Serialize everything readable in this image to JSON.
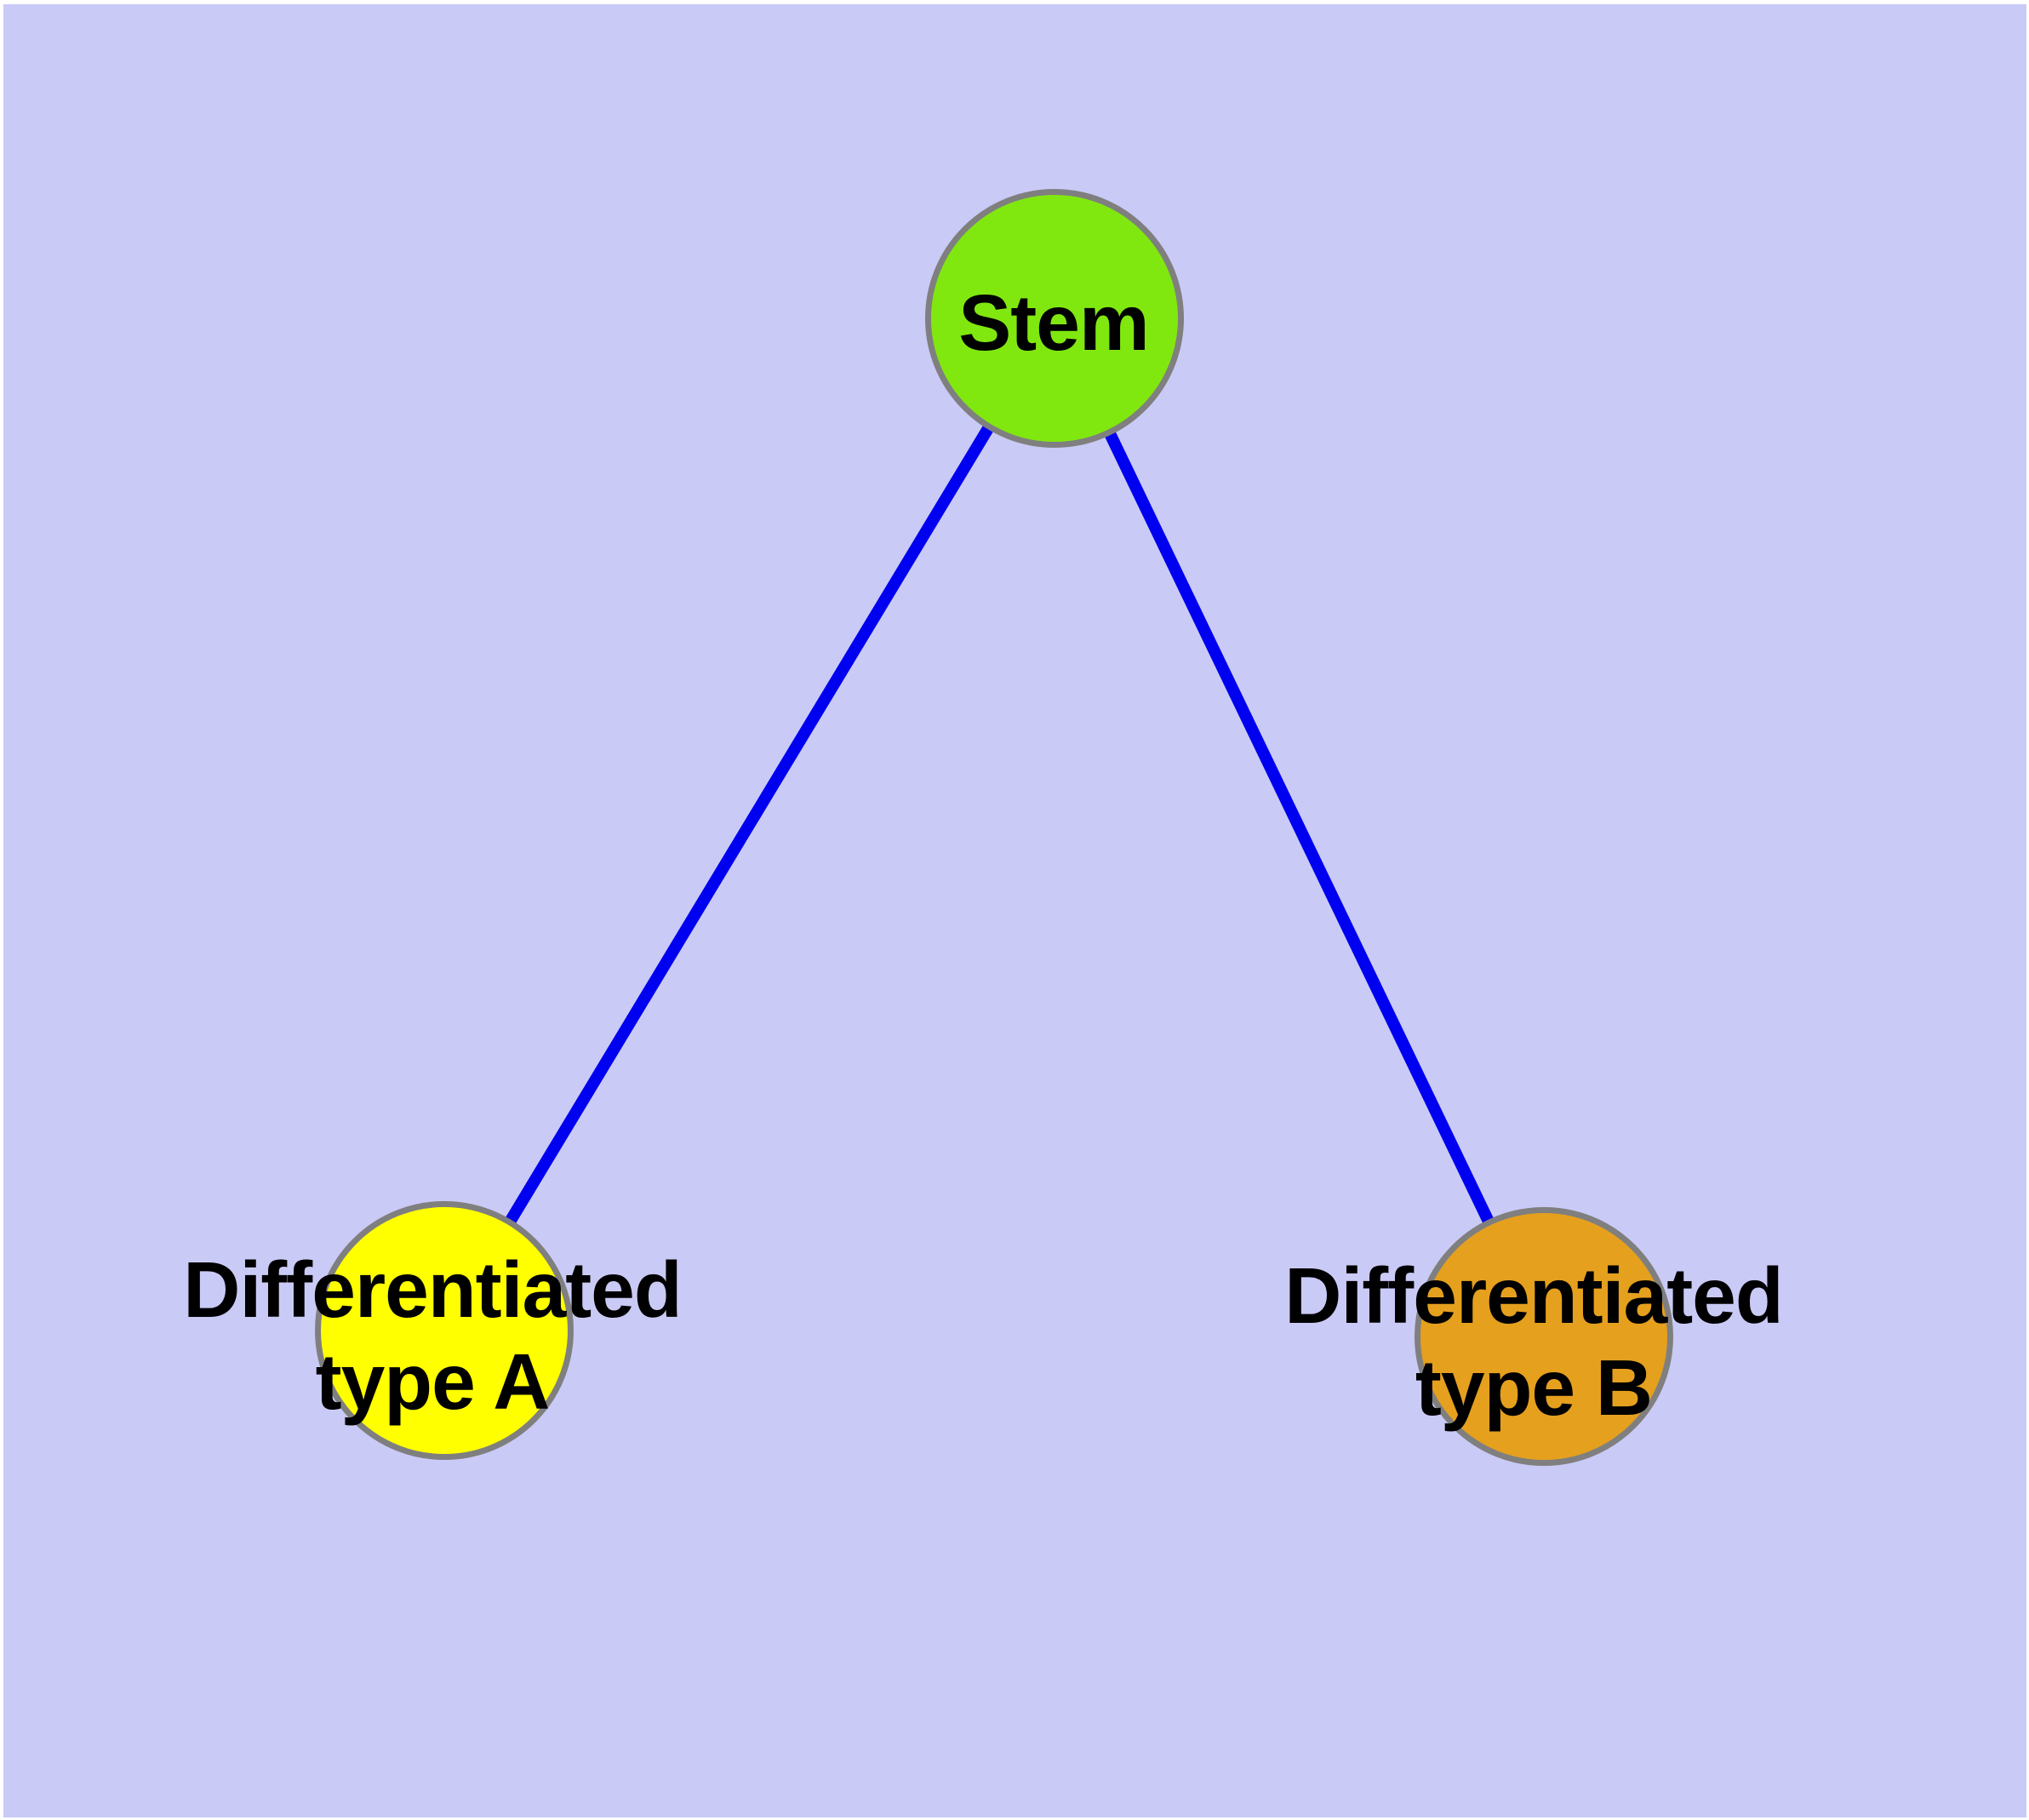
{
  "diagram": {
    "background_color": "#CACAF6",
    "page_margin_color": "#FFFFFF",
    "edge_color": "#0000F0",
    "node_border_color": "#7F7F7F",
    "text_color": "#000000",
    "nodes": [
      {
        "id": "stem",
        "label": "Stem",
        "fill": "#80E80F"
      },
      {
        "id": "type-a",
        "label_line1": "Differentiated",
        "label_line2": "type A",
        "fill": "#FFFF00"
      },
      {
        "id": "type-b",
        "label_line1": "Differentiated",
        "label_line2": "type B",
        "fill": "#E5A01E"
      }
    ],
    "edges": [
      {
        "from": "Stem",
        "to": "Differentiated type A"
      },
      {
        "from": "Stem",
        "to": "Differentiated type B"
      }
    ]
  }
}
